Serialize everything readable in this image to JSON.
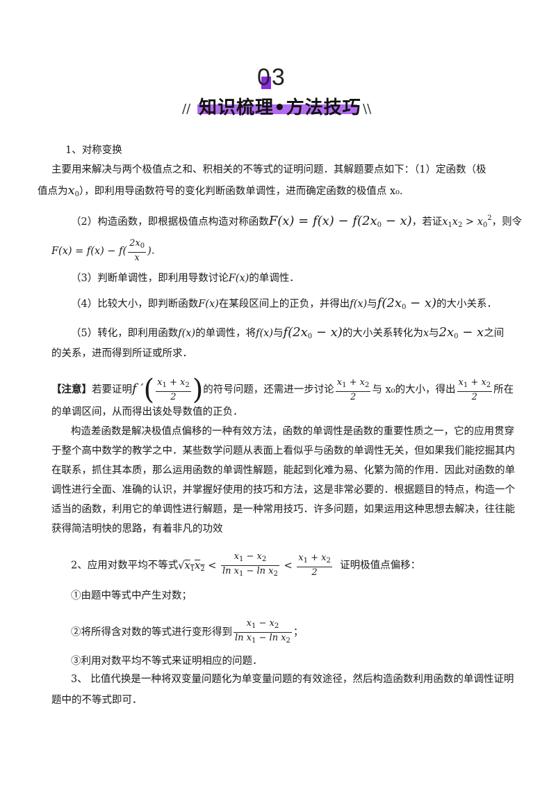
{
  "header": {
    "number": "03",
    "title": "知识梳理•方法技巧",
    "slash_left": "//",
    "slash_right": "\\\\",
    "accent_color": "#8a2be2"
  },
  "s1": {
    "title": "1、对称变换",
    "intro_a": "主要用来解决与两个极值点之和、积相关的不等式的证明问题．其解题要点如下：（1）定函数（极",
    "intro_b1": "值点为",
    "intro_b2": "），即利用导函数符号的变化判断函数单调性，进而确定函数的极值点 x₀.",
    "step2_a": "（2）构造函数，即根据极值点构造对称函数",
    "step2_b": "，若证",
    "step2_c": "，则令",
    "step3_a": "（3）判断单调性，即利用导数讨论",
    "step3_b": "的单调性．",
    "step4_a": "（4）比较大小，即判断函数",
    "step4_b": "在某段区间上的正负，并得出",
    "step4_c": "与",
    "step4_d": "的大小关系．",
    "step5_a": "（5）转化，即利用函数",
    "step5_b": "的单调性，将",
    "step5_c": "与",
    "step5_d": "的大小关系转化为",
    "step5_e": "与",
    "step5_f": "之间",
    "step5_g": "的关系，进而得到所证或所求．"
  },
  "note": {
    "label": "【注意】",
    "a": "若要证明",
    "b": "的符号问题，还需进一步讨论",
    "c": "与 x₀的大小，得出",
    "d": "所在",
    "e": "的单调区间，从而得出该处导数值的正负．"
  },
  "para": [
    "构造差函数是解决极值点偏移的一种有效方法，函数的单调性是函数的重要性质之一，它的应用贯穿",
    "于整个高中数学的教学之中．某些数学问题从表面上看似乎与函数的单调性无关，但如果我们能挖掘其内",
    "在联系，抓住其本质，那么运用函数的单调性解题，能起到化难为易、化繁为简的作用．因此对函数的单",
    "调性进行全面、准确的认识，并掌握好使用的技巧和方法，这是非常必要的．根据题目的特点，构造一个",
    "适当的函数，利用它的单调性进行解题，是一种常用技巧．许多问题，如果运用这种思想去解决，往往能",
    "获得简洁明快的思路，有着非凡的功效"
  ],
  "s2": {
    "a": "2、应用对数平均不等式",
    "b": "证明极值点偏移：",
    "item1": "①由题中等式中产生对数；",
    "item2": "②将所得含对数的等式进行变形得到",
    "item2_end": "；",
    "item3": "③利用对数平均不等式来证明相应的问题．"
  },
  "s3": {
    "a": "3、 比值代换是一种将双变量问题化为单变量问题的有效途径，然后构造函数利用函数的单调性证明",
    "b": "题中的不等式即可．"
  }
}
